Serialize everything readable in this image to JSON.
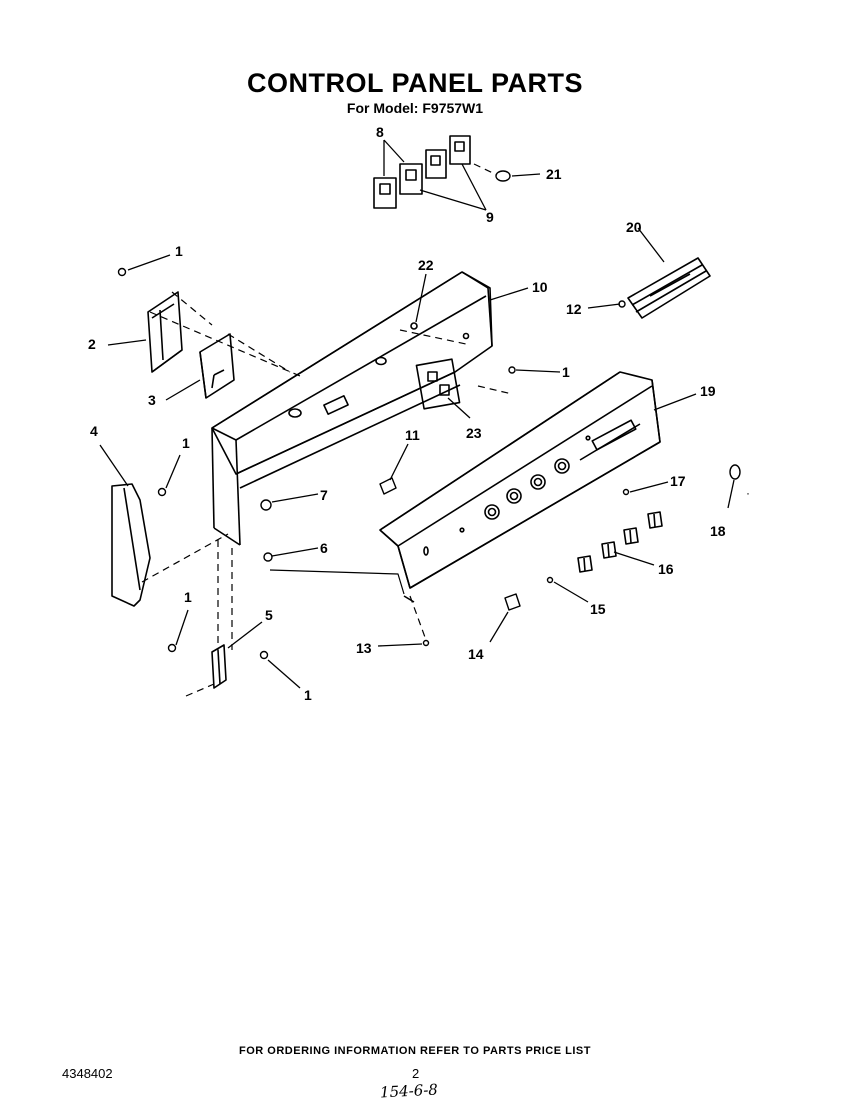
{
  "header": {
    "title": "CONTROL PANEL PARTS",
    "subtitle": "For Model: F9757W1"
  },
  "footer": {
    "ordering_note": "FOR ORDERING INFORMATION REFER TO PARTS PRICE LIST",
    "doc_number": "4348402",
    "page_number": "2",
    "handwritten_code": "154-6-8"
  },
  "callouts": {
    "c1a": "1",
    "c1b": "1",
    "c1c": "1",
    "c1d": "1",
    "c1e": "1",
    "c2": "2",
    "c3": "3",
    "c4": "4",
    "c5": "5",
    "c6": "6",
    "c7": "7",
    "c8": "8",
    "c9": "9",
    "c10": "10",
    "c11": "11",
    "c12": "12",
    "c13": "13",
    "c14": "14",
    "c15": "15",
    "c16": "16",
    "c17": "17",
    "c18": "18",
    "c19": "19",
    "c20": "20",
    "c21": "21",
    "c22": "22",
    "c23": "23"
  }
}
